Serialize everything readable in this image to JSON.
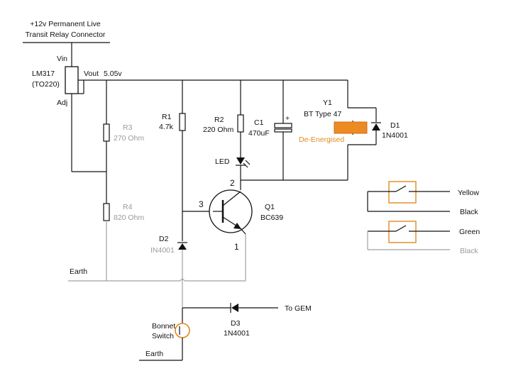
{
  "source": {
    "line1": "+12v Permanent Live",
    "line2": "Transit Relay Connector"
  },
  "regulator": {
    "name": "LM317",
    "package": "(TO220)",
    "vin": "Vin",
    "vout": "Vout",
    "adj": "Adj",
    "vout_value": "5.05v"
  },
  "resistors": {
    "r3": {
      "name": "R3",
      "value": "270 Ohm"
    },
    "r4": {
      "name": "R4",
      "value": "820 Ohm"
    },
    "r1": {
      "name": "R1",
      "value": "4.7k"
    },
    "r2": {
      "name": "R2",
      "value": "220 Ohm"
    }
  },
  "capacitor": {
    "name": "C1",
    "value": "470uF",
    "plus": "+"
  },
  "relay": {
    "name": "Y1",
    "type": "BT Type 47",
    "state": "De-Energised"
  },
  "diodes": {
    "d1": {
      "name": "D1",
      "value": "1N4001"
    },
    "d2": {
      "name": "D2",
      "value": "IN4001"
    },
    "d3": {
      "name": "D3",
      "value": "1N4001"
    }
  },
  "led": {
    "label": "LED"
  },
  "transistor": {
    "name": "Q1",
    "value": "BC639",
    "pin_collector": "2",
    "pin_base": "3",
    "pin_emitter": "1"
  },
  "earth_label": "Earth",
  "earth_label_bottom": "Earth",
  "to_gem": "To GEM",
  "bonnet_switch": {
    "line1": "Bonnet",
    "line2": "Switch"
  },
  "contacts": {
    "set1": {
      "upper": "Yellow",
      "lower": "Black"
    },
    "set2": {
      "upper": "Green",
      "lower": "Black"
    }
  },
  "colors": {
    "wire": "#111111",
    "grey_wire": "#a0a0a0",
    "orange": "#e08a1e",
    "relay_fill": "#ee8a22"
  }
}
